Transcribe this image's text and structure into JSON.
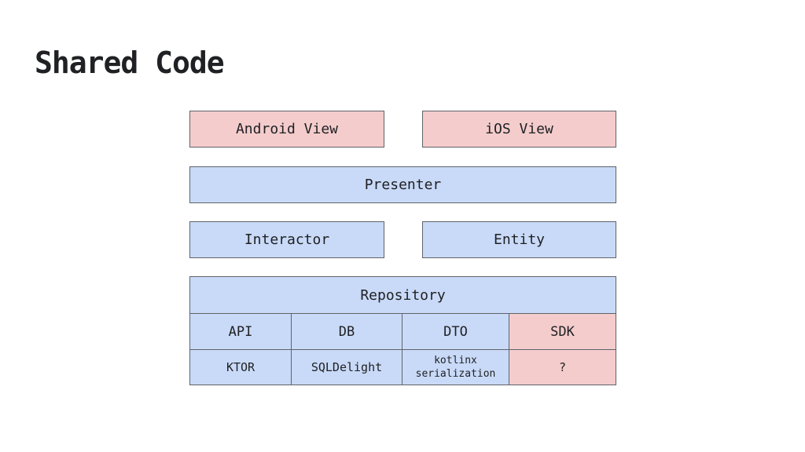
{
  "title": "Shared Code",
  "layers": {
    "android_view": "Android View",
    "ios_view": "iOS View",
    "presenter": "Presenter",
    "interactor": "Interactor",
    "entity": "Entity",
    "repository": "Repository"
  },
  "repository_columns": [
    {
      "name": "API",
      "impl": "KTOR"
    },
    {
      "name": "DB",
      "impl": "SQLDelight"
    },
    {
      "name": "DTO",
      "impl_line1": "kotlinx",
      "impl_line2": "serialization"
    },
    {
      "name": "SDK",
      "impl": "?"
    }
  ],
  "colors": {
    "platform_fill": "#f4cccc",
    "shared_fill": "#c9daf8",
    "border": "#5f6368"
  }
}
